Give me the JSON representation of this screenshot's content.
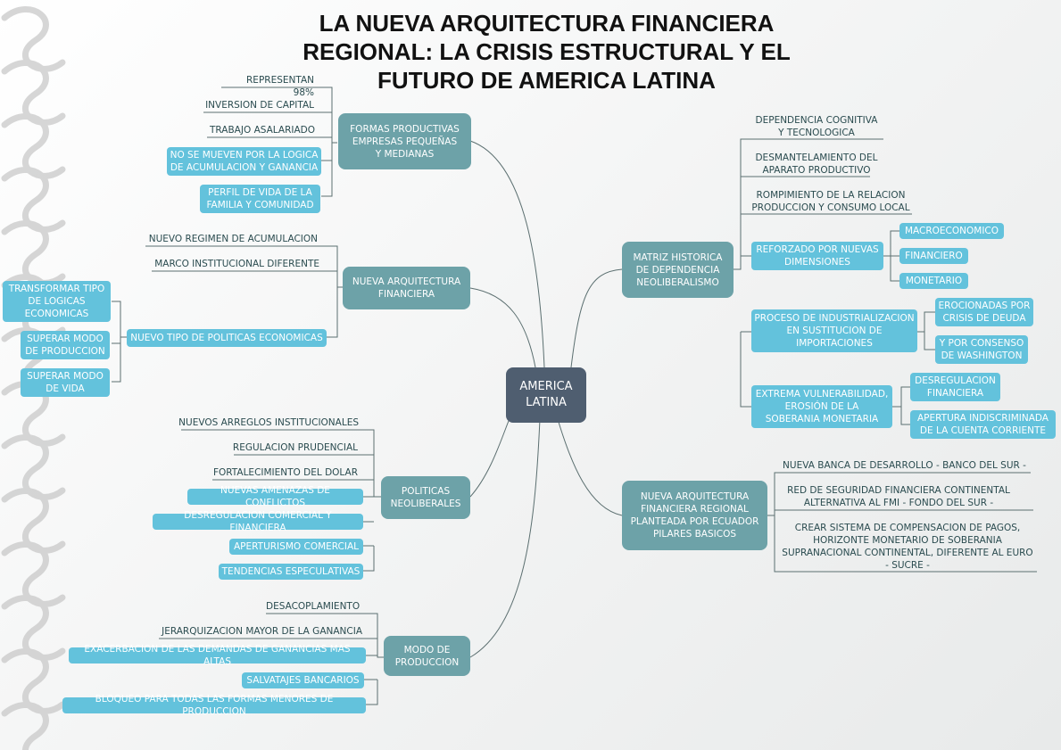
{
  "title": [
    "LA NUEVA ARQUITECTURA FINANCIERA",
    "REGIONAL: LA CRISIS ESTRUCTURAL Y EL",
    "FUTURO DE AMERICA LATINA"
  ],
  "center": "AMERICA\nLATINA",
  "formas": {
    "label": "FORMAS PRODUCTIVAS\nEMPRESAS PEQUEÑAS\nY MEDIANAS",
    "items": [
      "REPRESENTAN 98%",
      "INVERSION DE CAPITAL",
      "TRABAJO ASALARIADO",
      "NO SE MUEVEN POR LA LOGICA\nDE ACUMULACION Y GANANCIA",
      "PERFIL DE VIDA DE LA\nFAMILIA Y COMUNIDAD"
    ]
  },
  "nueva_arq": {
    "label": "NUEVA ARQUITECTURA\nFINANCIERA",
    "items": [
      "NUEVO REGIMEN DE ACUMULACION",
      "MARCO INSTITUCIONAL DIFERENTE",
      "NUEVO TIPO DE POLITICAS ECONOMICAS"
    ],
    "sub": [
      "TRANSFORMAR TIPO\nDE LOGICAS\nECONOMICAS",
      "SUPERAR MODO\nDE PRODUCCION",
      "SUPERAR MODO\nDE VIDA"
    ]
  },
  "politicas": {
    "label": "POLITICAS\nNEOLIBERALES",
    "items": [
      "NUEVOS ARREGLOS INSTITUCIONALES",
      "REGULACION PRUDENCIAL",
      "FORTALECIMIENTO DEL DOLAR",
      "NUEVAS AMENAZAS DE CONFLICTOS",
      "DESREGULACION COMERCIAL Y FINANCIERA",
      "APERTURISMO COMERCIAL",
      "TENDENCIAS ESPECULATIVAS"
    ]
  },
  "modo": {
    "label": "MODO DE\nPRODUCCION",
    "items": [
      "DESACOPLAMIENTO",
      "JERARQUIZACION MAYOR DE LA GANANCIA",
      "EXACERBACION DE LAS DEMANDAS DE GANANCIAS MAS ALTAS",
      "SALVATAJES BANCARIOS",
      "BLOQUEO PARA TODAS LAS FORMAS MENORES DE PRODUCCION"
    ]
  },
  "matriz": {
    "label": "MATRIZ HISTORICA\nDE DEPENDENCIA\nNEOLIBERALISMO",
    "items": [
      "DEPENDENCIA COGNITIVA\nY TECNOLOGICA",
      "DESMANTELAMIENTO DEL\nAPARATO PRODUCTIVO",
      "ROMPIMIENTO DE LA RELACION\nPRODUCCION Y CONSUMO LOCAL",
      "REFORZADO POR NUEVAS\nDIMENSIONES",
      "PROCESO DE INDUSTRIALIZACION\nEN SUSTITUCION DE\nIMPORTACIONES",
      "EXTREMA VULNERABILIDAD,\nEROSIÓN DE LA\nSOBERANIA MONETARIA"
    ],
    "dimensiones": [
      "MACROECONOMICO",
      "FINANCIERO",
      "MONETARIO"
    ],
    "industrializacion": [
      "EROCIONADAS POR\nCRISIS DE DEUDA",
      "Y POR CONSENSO\nDE WASHINGTON"
    ],
    "vulnerabilidad": [
      "DESREGULACION\nFINANCIERA",
      "APERTURA INDISCRIMINADA\nDE LA CUENTA CORRIENTE"
    ]
  },
  "nueva_reg": {
    "label": "NUEVA ARQUITECTURA\nFINANCIERA REGIONAL\nPLANTEADA POR ECUADOR\nPILARES BASICOS",
    "items": [
      "NUEVA BANCA DE DESARROLLO - BANCO DEL SUR -",
      "RED DE SEGURIDAD FINANCIERA CONTINENTAL\nALTERNATIVA AL FMI - FONDO DEL SUR -",
      "CREAR SISTEMA DE COMPENSACION DE PAGOS,\nHORIZONTE MONETARIO DE SOBERANIA\nSUPRANACIONAL CONTINENTAL, DIFERENTE AL EURO\n- SUCRE -"
    ]
  },
  "colors": {
    "center": "#4f5e70",
    "main": "#6da2a8",
    "leaf": "#63c2dc",
    "text": "#2a4b4f",
    "line": "#5b6f70"
  }
}
